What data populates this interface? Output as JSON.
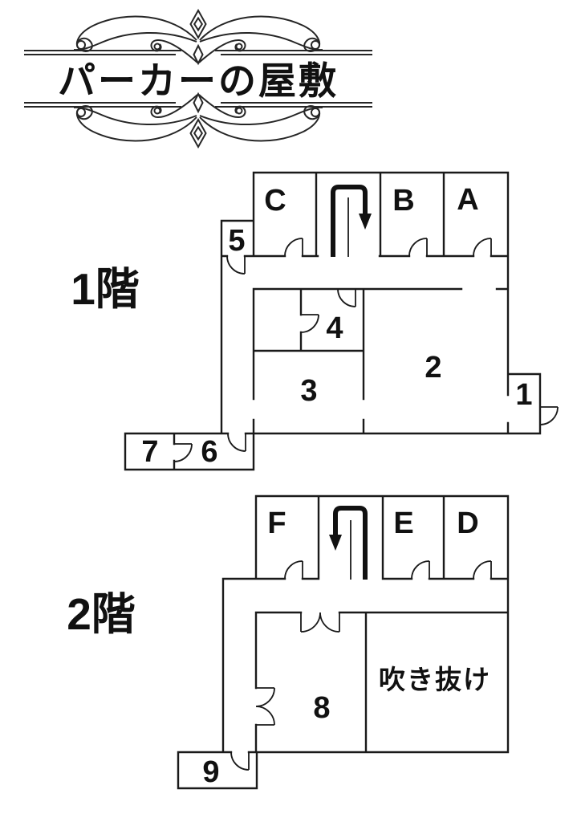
{
  "title": {
    "text": "パーカーの屋敷"
  },
  "floor1": {
    "label": "1階",
    "rooms": {
      "c": "C",
      "b": "B",
      "a": "A",
      "r5": "5",
      "r4": "4",
      "r3": "3",
      "r2": "2",
      "r1": "1",
      "r7": "7",
      "r6": "6"
    },
    "stairs_direction": "down"
  },
  "floor2": {
    "label": "2階",
    "rooms": {
      "f": "F",
      "e": "E",
      "d": "D",
      "r8": "8",
      "r9": "9",
      "atrium": "吹き抜け"
    },
    "stairs_direction": "down"
  },
  "colors": {
    "ink": "#1a1a1a",
    "background": "#ffffff"
  }
}
